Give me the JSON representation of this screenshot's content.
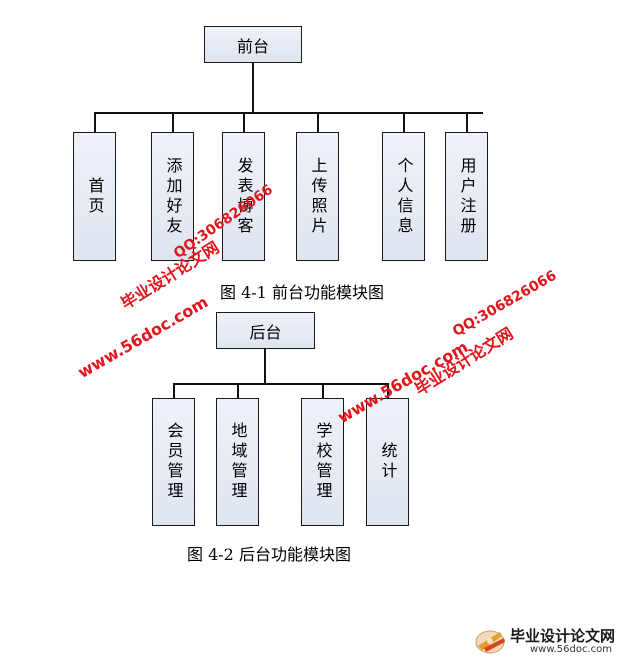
{
  "diagram1": {
    "root": "前台",
    "children": [
      "首页",
      "添加好友",
      "发表博客",
      "上传照片",
      "个人信息",
      "用户注册"
    ],
    "caption": "图 4-1 前台功能模块图"
  },
  "diagram2": {
    "root": "后台",
    "children": [
      "会员管理",
      "地域管理",
      "学校管理",
      "统计"
    ],
    "caption": "图 4-2 后台功能模块图"
  },
  "watermarks": {
    "site_cn": "毕业设计论文网",
    "url": "www.56doc.com",
    "qq": "QQ:306826066"
  },
  "logo": {
    "title": "毕业设计论文网",
    "url": "www.56doc.com"
  },
  "colors": {
    "watermark": "#e3141b",
    "box_fill": "#e6ebf4",
    "line": "#111111"
  }
}
